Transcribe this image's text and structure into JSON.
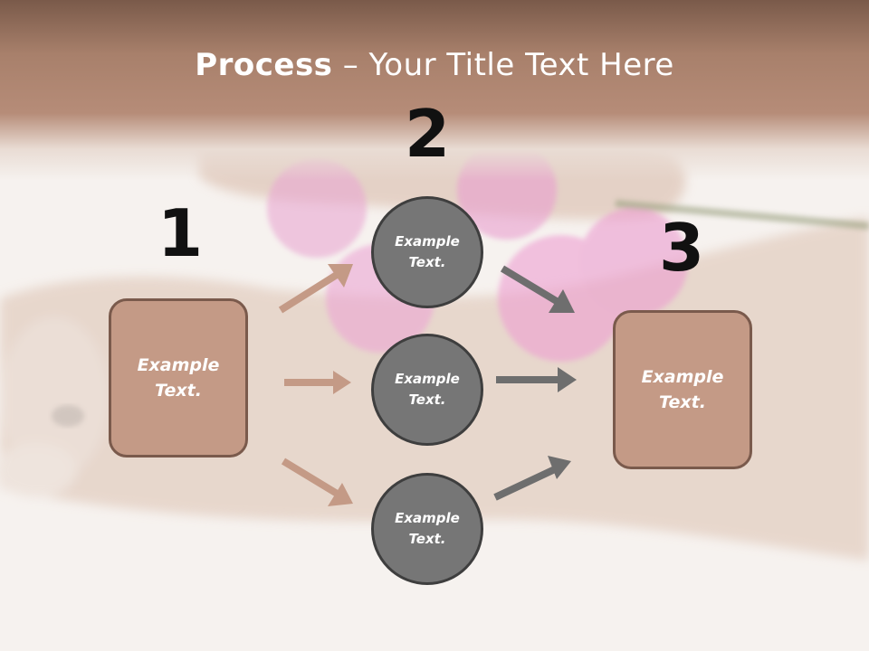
{
  "title": {
    "bold": "Process",
    "rest": " – Your Title Text Here"
  },
  "steps": [
    {
      "number": "1",
      "text": "Example\nText."
    },
    {
      "number": "2",
      "items": [
        "Example\nText.",
        "Example\nText.",
        "Example\nText."
      ]
    },
    {
      "number": "3",
      "text": "Example\nText."
    }
  ],
  "colors": {
    "box": "#c49a86",
    "box_border": "#7a5a4c",
    "circle": "#767676",
    "circle_border": "#3e3e3e",
    "arrow_in": "#c49a86",
    "arrow_out": "#6e6e6e",
    "number": "#111111"
  }
}
